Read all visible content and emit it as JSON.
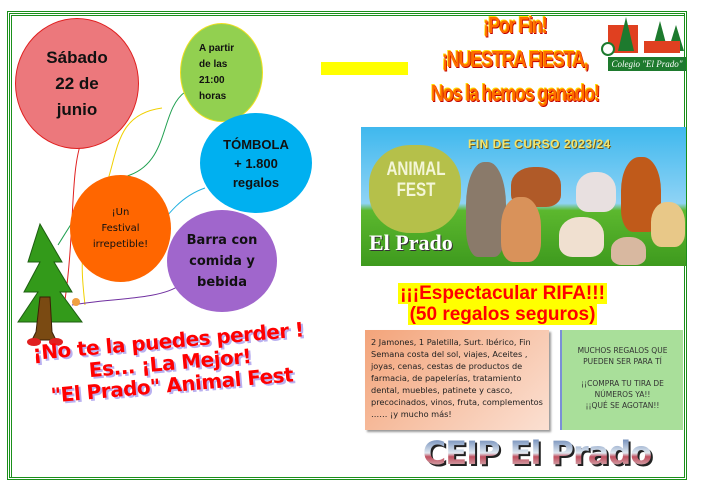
{
  "balloons": {
    "date": [
      "Sábado",
      "22 de",
      "junio"
    ],
    "time": [
      "A partir",
      "de las",
      "21:00",
      "horas"
    ],
    "tombola": [
      "TÓMBOLA",
      "+ 1.800",
      "regalos"
    ],
    "festival": [
      "¡Un",
      "Festival",
      "irrepetible!"
    ],
    "bar": [
      "Barra con",
      "comida y",
      "bebida"
    ]
  },
  "title": [
    "¡Por Fin!",
    "¡NUESTRA FIESTA,",
    "Nos la hemos ganado!"
  ],
  "logo": {
    "label": "Colegio \"El Prado\""
  },
  "banner": {
    "subtitle": "FIN DE CURSO 2023/24",
    "brand": [
      "ANIMAL",
      "FEST"
    ],
    "place": "El Prado"
  },
  "rifa": {
    "line1": "¡¡¡Espectacular RIFA!!!",
    "line2": "(50 regalos seguros)"
  },
  "prizes": "2 Jamones, 1 Paletilla, Surt. Ibérico, Fin Semana costa del sol, viajes, Aceites , joyas, cenas, cestas de productos de farmacia, de papelerías, tratamiento dental, muebles, patinete y casco, precocinados, vinos, fruta, complementos …… ¡y mucho más!",
  "info": {
    "line1": "MUCHOS REGALOS QUE",
    "line2": "PUEDEN SER PARA TÍ",
    "line3": "¡¡COMPRA TU TIRA DE",
    "line4": "NÚMEROS YA!!",
    "line5": "¡¡QUÉ SE AGOTAN!!"
  },
  "footer": "CEIP El Prado",
  "slogan": [
    "¡No te la puedes perder !",
    "Es... ¡La Mejor!",
    "\"El Prado\" Animal Fest"
  ]
}
